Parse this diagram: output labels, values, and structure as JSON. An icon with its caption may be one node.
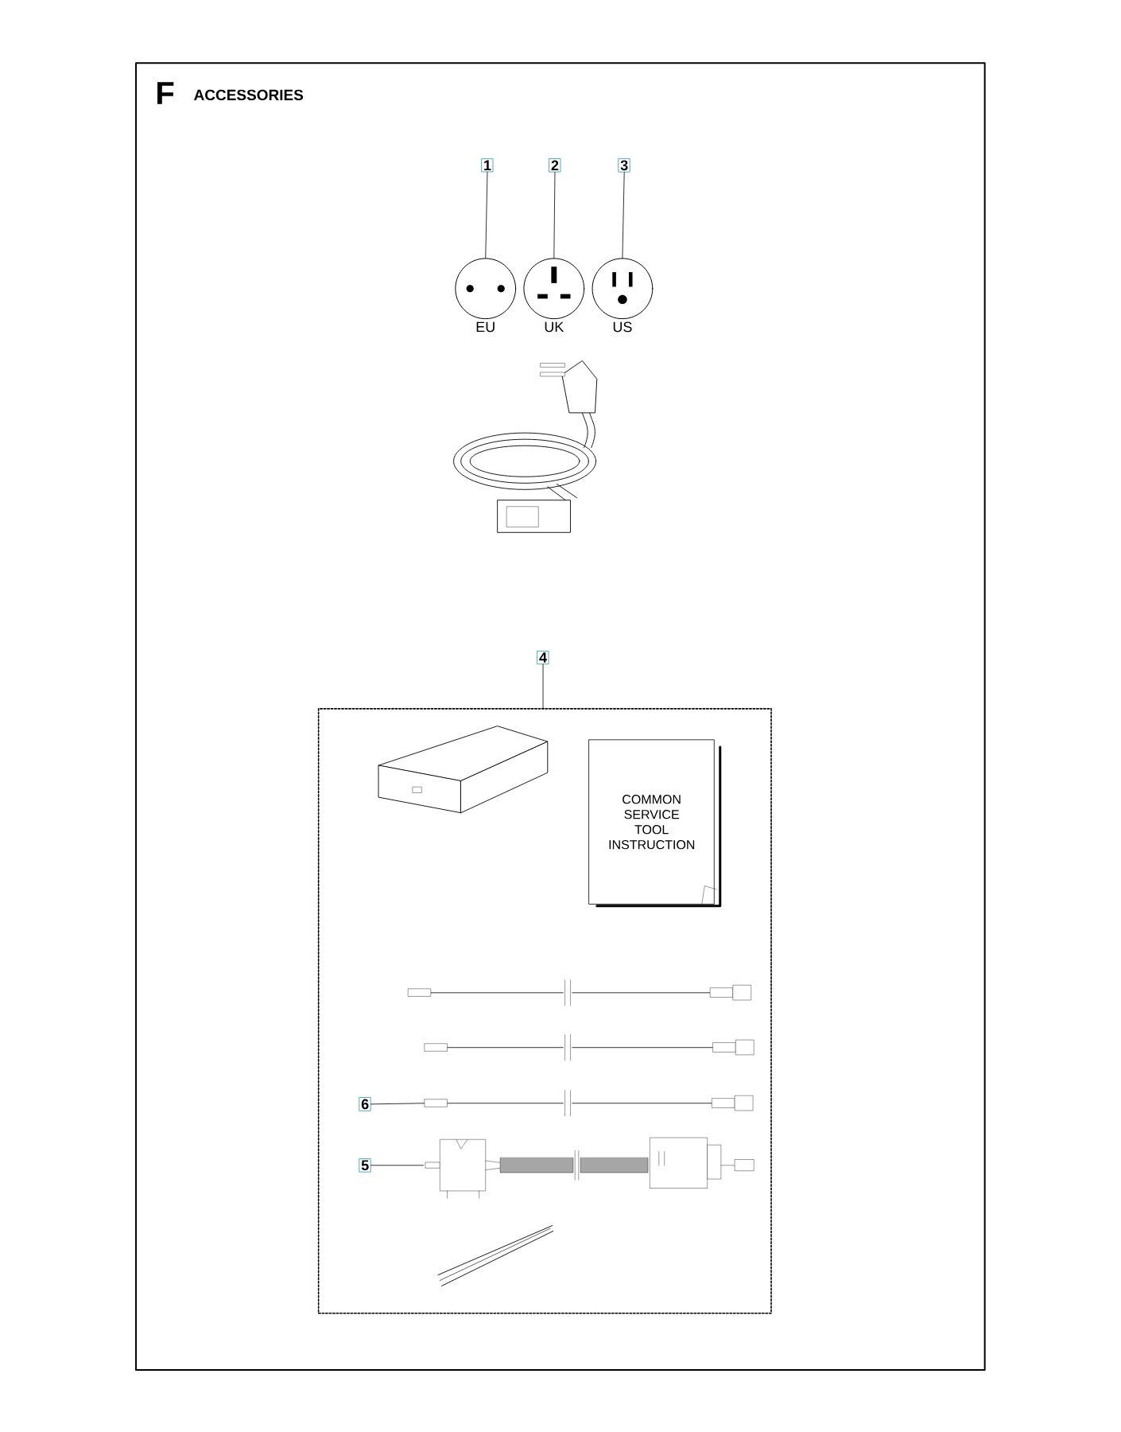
{
  "diagram": {
    "title": "ACCESSORIES",
    "nodes": [
      {
        "text": [
          "1"
        ]
      },
      {
        "text": [
          "2"
        ]
      },
      {
        "text": [
          "3"
        ]
      },
      {
        "text": [],
        "shape": "circle",
        "beside": [
          "EU"
        ]
      },
      {
        "text": [],
        "shape": "circle",
        "beside": [
          "UK"
        ]
      },
      {
        "text": [],
        "shape": "circle",
        "beside": [
          "US"
        ]
      },
      {
        "text": [
          "4"
        ]
      },
      {
        "text": [],
        "shape": "box"
      },
      {
        "text": [
          "COMMON SERVICE TOOL INSTRUCTION"
        ],
        "in": 7
      },
      {
        "text": [
          "6"
        ],
        "in": 7
      },
      {
        "text": [],
        "shape": "picture",
        "in": 7
      },
      {
        "text": [
          "5"
        ],
        "in": 7
      },
      {
        "text": [],
        "shape": "picture",
        "in": 7
      }
    ],
    "edges": [
      {
        "from": 0,
        "to": 3,
        "arrow": "none"
      },
      {
        "from": 1,
        "to": 4,
        "arrow": "none"
      },
      {
        "from": 2,
        "to": 5,
        "arrow": "none"
      },
      {
        "from": 6,
        "to": 7,
        "arrow": "none"
      },
      {
        "from": 9,
        "to": 10,
        "arrow": "none"
      },
      {
        "from": 11,
        "to": 12,
        "arrow": "none"
      }
    ],
    "labels": [
      "F"
    ]
  }
}
